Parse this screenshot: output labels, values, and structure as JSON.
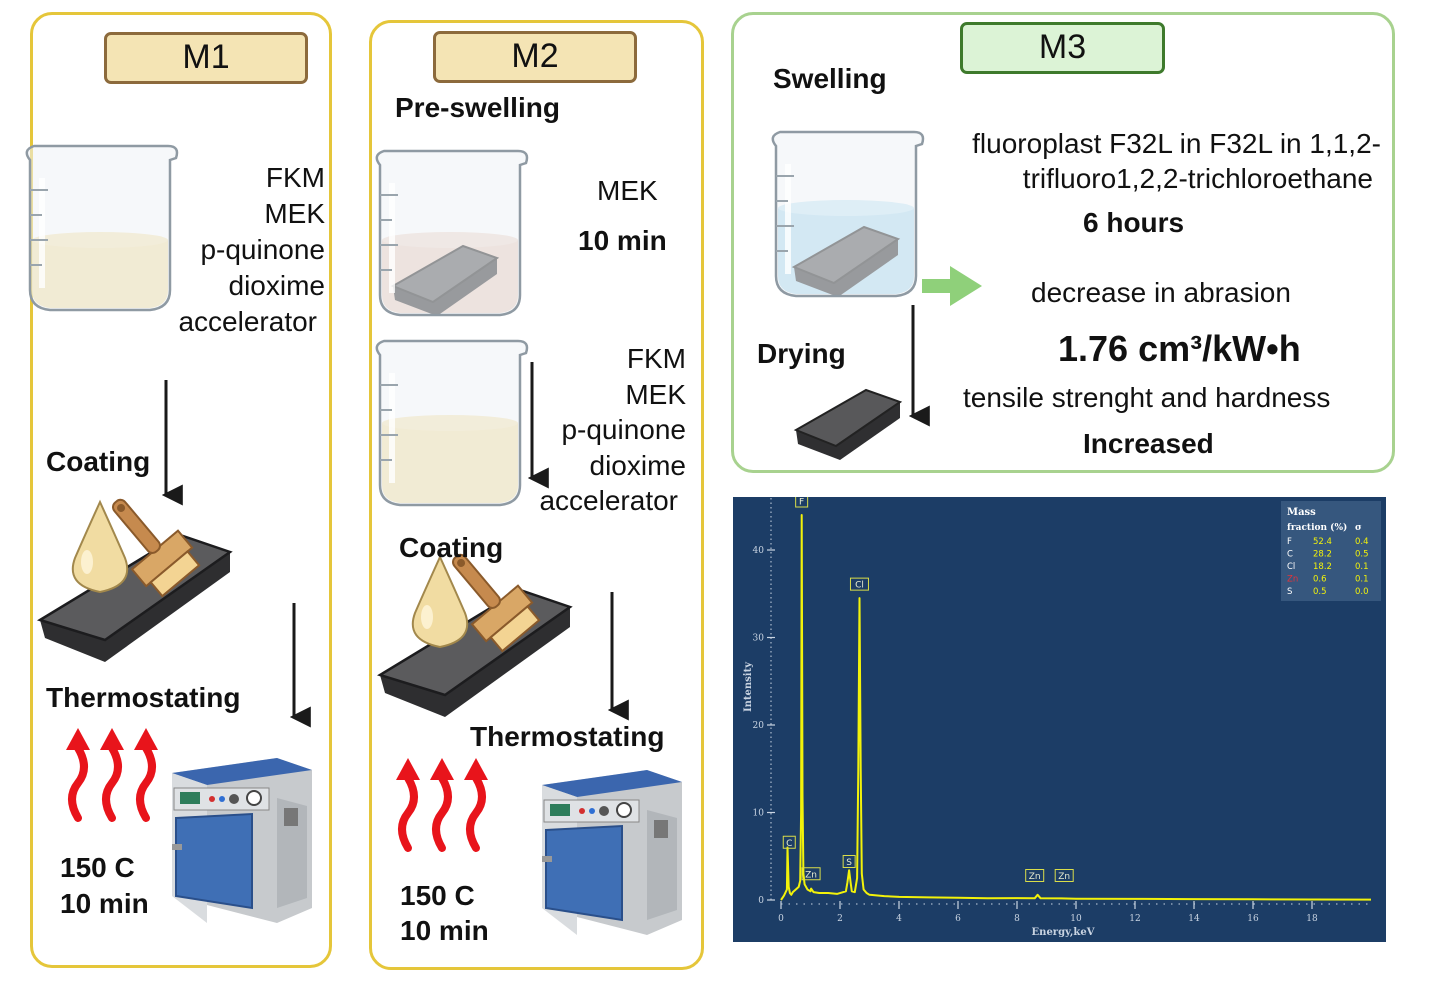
{
  "m1": {
    "label": "M1",
    "solution": [
      "FKM",
      "MEK",
      "p-quinone",
      "dioxime",
      "accelerator"
    ],
    "coating": "Coating",
    "thermostating": "Thermostating",
    "temperature": "150 C",
    "time": "10 min"
  },
  "m2": {
    "label": "M2",
    "preswelling": "Pre-swelling",
    "solvent": "MEK",
    "swell_time": "10 min",
    "solution": [
      "FKM",
      "MEK",
      "p-quinone",
      "dioxime",
      "accelerator"
    ],
    "coating": "Coating",
    "thermostating": "Thermostating",
    "temperature": "150 C",
    "time": "10 min"
  },
  "m3": {
    "label": "M3",
    "swelling": "Swelling",
    "drying": "Drying",
    "solution_line1": "fluoroplast F32L in F32L in 1,1,2-",
    "solution_line2": "trifluoro1,2,2-trichloroethane",
    "duration": "6 hours",
    "abrasion_label": "decrease in abrasion",
    "abrasion_value": "1.76 cm³/kW•h",
    "properties_label": "tensile strenght and hardness",
    "properties_result": "Increased"
  },
  "colors": {
    "panel_yellow": "#e5c63a",
    "panel_green": "#a8d28f",
    "tag_yellow_fill": "#f4e4b4",
    "tag_green_fill": "#dcf3d6",
    "spectrum_background": "#1c3d66",
    "spectrum_line": "#f2f20a",
    "heat_arrows": "#e8141b",
    "oven_body": "#3f6fb5"
  },
  "chart_data": {
    "type": "line",
    "xlabel": "Energy,keV",
    "ylabel": "Intensity",
    "xlim": [
      0,
      20
    ],
    "ylim": [
      0,
      48
    ],
    "x_ticks": [
      0,
      2,
      4,
      6,
      8,
      10,
      12,
      14,
      16,
      18
    ],
    "y_ticks": [
      0,
      10,
      20,
      30,
      40
    ],
    "series": [
      {
        "x": [
          0,
          0.1,
          0.2,
          0.22,
          0.26,
          0.3,
          0.35,
          0.4,
          0.5,
          0.6,
          0.65,
          0.68,
          0.7,
          0.73,
          0.76,
          0.8,
          0.9,
          1.0,
          1.02,
          1.1,
          1.3,
          1.6,
          1.9,
          2.2,
          2.25,
          2.31,
          2.36,
          2.4,
          2.5,
          2.58,
          2.62,
          2.66,
          2.7,
          2.74,
          2.8,
          2.9,
          3.0,
          3.5,
          4.0,
          5.0,
          6.0,
          7.0,
          8.0,
          8.6,
          8.7,
          8.8,
          9.5,
          10.0,
          12.0,
          14.0,
          16.0,
          18.0,
          20.0
        ],
        "y": [
          0,
          0.5,
          1.2,
          6.0,
          1.5,
          0.8,
          0.6,
          0.9,
          1.2,
          1.5,
          2.2,
          10.0,
          44.0,
          12.0,
          3.0,
          1.8,
          1.2,
          1.0,
          1.3,
          0.9,
          0.8,
          0.8,
          0.7,
          1.0,
          2.0,
          3.4,
          2.0,
          1.0,
          0.9,
          2.5,
          15.0,
          34.5,
          15.0,
          3.0,
          1.2,
          0.8,
          0.6,
          0.45,
          0.35,
          0.3,
          0.25,
          0.2,
          0.22,
          0.2,
          0.6,
          0.2,
          0.18,
          0.15,
          0.12,
          0.1,
          0.08,
          0.06,
          0.05
        ]
      }
    ],
    "peak_labels": [
      {
        "label": "F",
        "x": 0.7,
        "y": 44.0
      },
      {
        "label": "Cl",
        "x": 2.66,
        "y": 34.5
      },
      {
        "label": "C",
        "x": 0.28,
        "y": 5.0
      },
      {
        "label": "Zn",
        "x": 1.02,
        "y": 1.4
      },
      {
        "label": "S",
        "x": 2.31,
        "y": 2.8
      },
      {
        "label": "Zn",
        "x": 8.6,
        "y": 1.2
      },
      {
        "label": "Zn",
        "x": 9.6,
        "y": 1.2
      }
    ],
    "legend_title_1": "Mass",
    "legend_title_2": "fraction (%)",
    "legend_sigma": "σ",
    "legend": [
      {
        "element": "F",
        "value": "52.4",
        "sigma": "0.4"
      },
      {
        "element": "C",
        "value": "28.2",
        "sigma": "0.5"
      },
      {
        "element": "Cl",
        "value": "18.2",
        "sigma": "0.1"
      },
      {
        "element": "Zn",
        "value": "0.6",
        "sigma": "0.1"
      },
      {
        "element": "S",
        "value": "0.5",
        "sigma": "0.0"
      }
    ],
    "legend_placement": "top-right",
    "grid": false
  }
}
